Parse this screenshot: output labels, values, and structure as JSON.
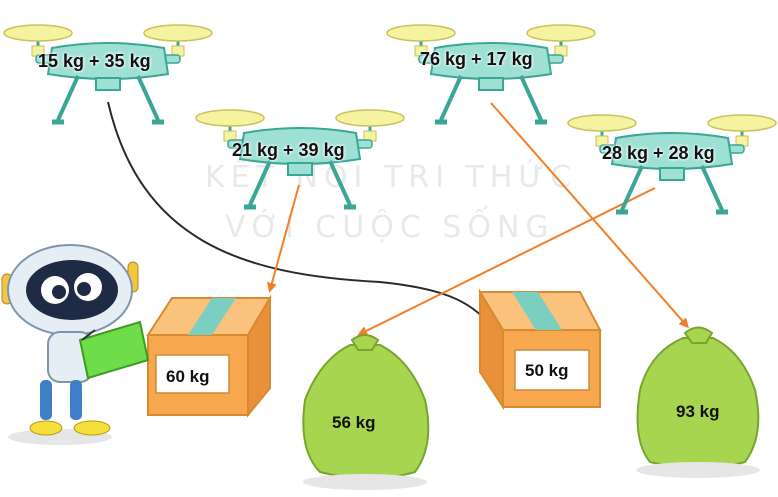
{
  "drones": [
    {
      "id": "d1",
      "expression": "15 kg + 35 kg"
    },
    {
      "id": "d2",
      "expression": "76 kg + 17 kg"
    },
    {
      "id": "d3",
      "expression": "21 kg + 39 kg"
    },
    {
      "id": "d4",
      "expression": "28 kg + 28 kg"
    }
  ],
  "packages": [
    {
      "id": "box-a",
      "kind": "box",
      "weight": "60 kg"
    },
    {
      "id": "box-b",
      "kind": "box",
      "weight": "50 kg"
    },
    {
      "id": "bag-a",
      "kind": "bag",
      "weight": "56 kg"
    },
    {
      "id": "bag-b",
      "kind": "bag",
      "weight": "93 kg"
    }
  ],
  "connections": [
    {
      "from": "d1",
      "to": "box-b",
      "color": "#2a2a2a"
    },
    {
      "from": "d2",
      "to": "bag-b",
      "color": "#f07f27"
    },
    {
      "from": "d3",
      "to": "box-a",
      "color": "#f07f27"
    },
    {
      "from": "d4",
      "to": "bag-a",
      "color": "#f07f27"
    }
  ],
  "watermark": {
    "line1": "KẾT NỐI TRI THỨC",
    "line2": "VỚI CUỘC SỐNG"
  },
  "colors": {
    "drone_body": "#9fe0d5",
    "drone_outline": "#3aa696",
    "propeller": "#f6f3a0",
    "box": "#f7a74e",
    "box_tape": "#7ccfc0",
    "bag": "#a7d54f",
    "arrow": "#f07f27",
    "robot": "#e6eef5"
  },
  "icons": [
    "drone-icon",
    "box-icon",
    "bag-icon",
    "robot-icon",
    "clipboard-icon"
  ]
}
